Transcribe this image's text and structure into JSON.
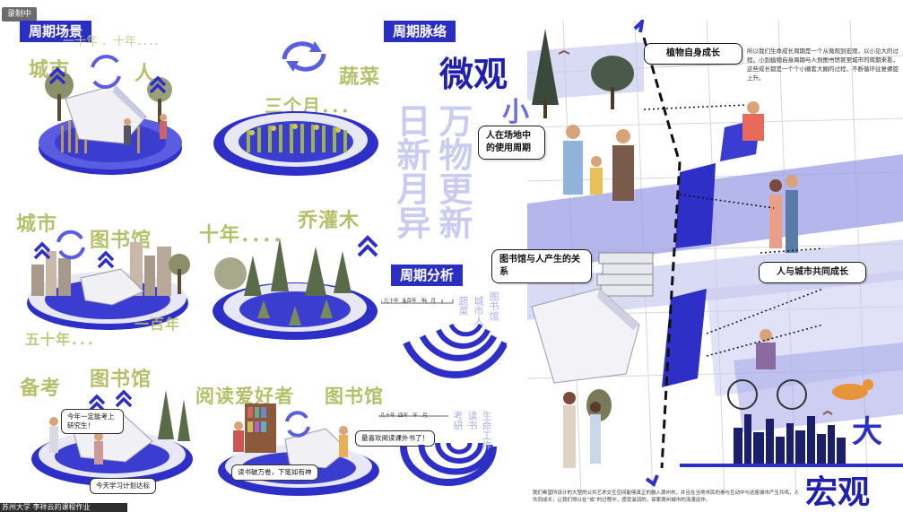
{
  "badge": "录制中",
  "bottom_caption": "苏州大学 李祥云的课程作业",
  "tags": {
    "scene": "周期场景",
    "context": "周期脉络",
    "analysis": "周期分析"
  },
  "left": {
    "row1": {
      "a_city": "城市",
      "a_person": "人",
      "a_years": "一十年 ．十年．．．．",
      "b_veg": "蔬菜",
      "b_months": "三个月．．．"
    },
    "row2": {
      "a_city": "城市",
      "a_lib": "图书馆",
      "a_fifty": "五十年．．．",
      "a_hundred": "一百年",
      "b_ten": "十年．．．．",
      "b_shrub": "乔灌木"
    },
    "row3": {
      "a_exam": "备考",
      "a_lib": "图书馆",
      "b_reader": "阅读爱好者",
      "b_lib": "图书馆",
      "bubble_goal": "今年一定能考上研究生！",
      "bubble_plan": "今天学习计划达标",
      "bubble_read": "读书破万卷，下笔如有神",
      "bubble_like": "最喜欢阅读课外书了！"
    }
  },
  "middle": {
    "col_left": "日新月异",
    "col_right": "万物更新",
    "top_micro": "微观",
    "small_chars": "小",
    "analysis_top": {
      "ticks": [
        "几十年",
        "几百年",
        "年",
        "月"
      ],
      "labels": [
        "蔬菜",
        "城市人",
        "图书馆"
      ]
    },
    "analysis_bottom": {
      "ticks": [
        "几十年",
        "四年",
        "年",
        "月"
      ],
      "labels": [
        "考研",
        "读书",
        "生命工作"
      ]
    }
  },
  "right": {
    "bubble_plant": "植物自身成长",
    "bubble_site": "人在场地中的使用周期",
    "bubble_lib_people": "图书馆与人产生的关系",
    "bubble_city": "人与城市共同成长",
    "big_char": "大",
    "macro": "宏观",
    "top_paragraph": "所以我们生命成长周期是一个从微观到宏观，以小见大的过程。小到植物自身周期与人到图书馆甚至城市的周期来看，这些成长都是一个个小圈套大圈的过程，不断循环往复螺旋上升。",
    "bottom_paragraph": "我们希望所设计的大型的公共艺术交互空间能够真正的融入滁州市，并且在当地市民的参与互动中与这座城市产生共鸣，人共同成长，让我们得以在“成”的过程中，感受滋润的，探索滁州城市的涤漫运作。"
  },
  "colors": {
    "blue": "#2d2fc7",
    "olive": "#b6c06a",
    "lavender": "#c9cbf0",
    "purple_map": "#9b9de6"
  }
}
